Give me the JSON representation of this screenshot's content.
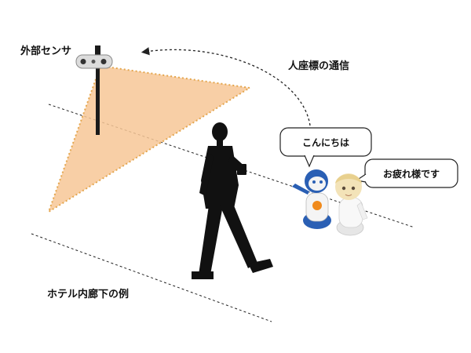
{
  "labels": {
    "sensor": "外部センサ",
    "communication": "人座標の通信",
    "example": "ホテル内廊下の例"
  },
  "bubbles": {
    "greeting": "こんにちは",
    "thanks": "お疲れ様です"
  },
  "colors": {
    "fov_fill": "#f7c796",
    "fov_dots": "#e4a64e",
    "line": "#222222",
    "silhouette": "#111111",
    "robot_blue": "#2a5fb4",
    "robot_orange": "#f08a1c"
  }
}
